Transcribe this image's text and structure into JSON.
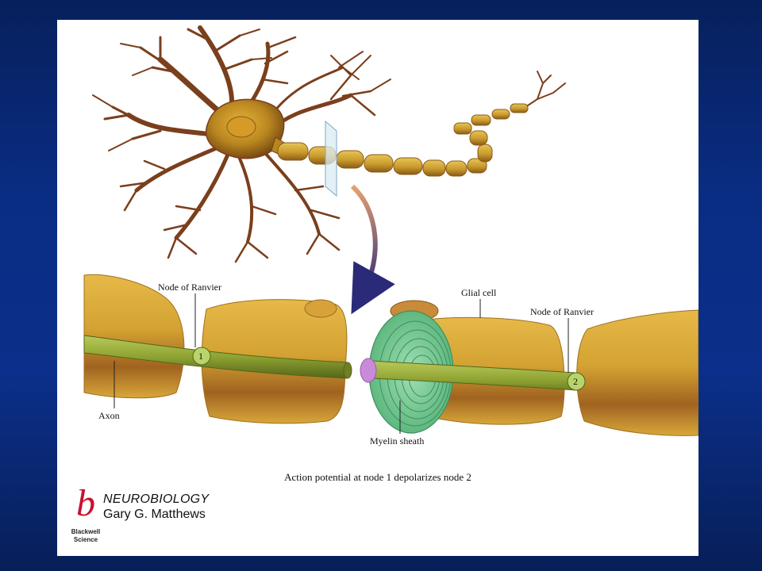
{
  "labels": {
    "node_of_ranvier_left": "Node of Ranvier",
    "node_of_ranvier_right": "Node of Ranvier",
    "glial_cell": "Glial cell",
    "axon": "Axon",
    "myelin_sheath": "Myelin sheath",
    "node_1": "1",
    "node_2": "2"
  },
  "caption": "Action potential at node 1 depolarizes node 2",
  "book": {
    "logo_letter": "b",
    "publisher_line1": "Blackwell",
    "publisher_line2": "Science",
    "title": "NEUROBIOLOGY",
    "author": "Gary G. Matthews"
  },
  "colors": {
    "background_top": "#07205c",
    "background_mid": "#0b2f8a",
    "panel": "#ffffff",
    "neuron_brown": "#7a3f1c",
    "soma_gold": "#b8861f",
    "myelin_gold": "#d6a93a",
    "axon_green": "#8ea332",
    "sheath_green": "#7fcf9a",
    "axon_end_pink": "#c98ad8",
    "logo_red": "#c8102e"
  }
}
